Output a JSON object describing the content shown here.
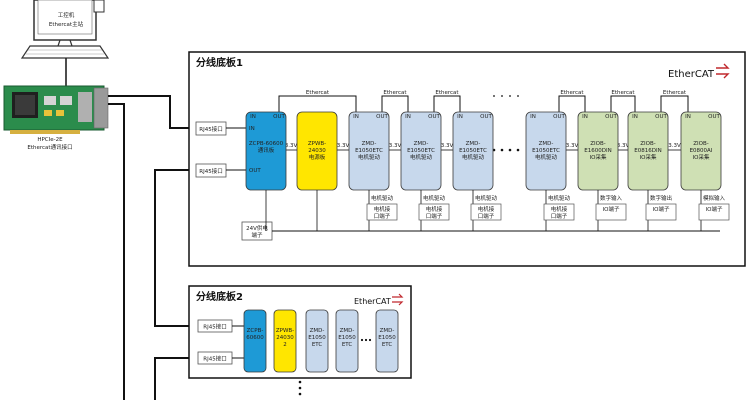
{
  "pc": {
    "line1": "工控机",
    "line2": "Ethercat主站"
  },
  "card": {
    "line1": "HPCIe-2E",
    "line2": "Ethercat通讯接口"
  },
  "board1": {
    "title": "分线底板1",
    "brand": "EtherCAT",
    "rj45_in": "RJ45接口",
    "rj45_out": "RJ45接口",
    "power": {
      "line1": "24V供电",
      "line2": "端子"
    },
    "voltage": "3.3V",
    "port_in": "IN",
    "port_out": "OUT",
    "bus_label": "Ethercat",
    "modules": [
      {
        "name": "zcpb",
        "l1": "ZCPB-60600",
        "l2": "通讯板",
        "color": "#1e9ad6"
      },
      {
        "name": "zpwb",
        "l1": "ZPWB-",
        "l2": "24030",
        "l3": "电源板",
        "color": "#ffe600"
      },
      {
        "name": "zmd1",
        "l1": "ZMD-",
        "l2": "E1050ETC",
        "l3": "电机驱动",
        "color": "#c7d8ec"
      },
      {
        "name": "zmd2",
        "l1": "ZMD-",
        "l2": "E1050ETC",
        "l3": "电机驱动",
        "color": "#c7d8ec"
      },
      {
        "name": "zmd3",
        "l1": "ZMD-",
        "l2": "E1050ETC",
        "l3": "电机驱动",
        "color": "#c7d8ec"
      },
      {
        "name": "zmd4",
        "l1": "ZMD-",
        "l2": "E1050ETC",
        "l3": "电机驱动",
        "color": "#c7d8ec"
      },
      {
        "name": "ziob1",
        "l1": "ZIOB-",
        "l2": "E1600DIN",
        "l3": "IO采集",
        "color": "#cfe0b4"
      },
      {
        "name": "ziob2",
        "l1": "ZIOB-",
        "l2": "E0816DIN",
        "l3": "IO采集",
        "color": "#cfe0b4"
      },
      {
        "name": "ziob3",
        "l1": "ZIOB-",
        "l2": "E0800AI",
        "l3": "IO采集",
        "color": "#cfe0b4"
      }
    ],
    "terminals": [
      {
        "l1": "电机接",
        "l2": "口端子"
      },
      {
        "l1": "电机接",
        "l2": "口端子"
      },
      {
        "l1": "电机接",
        "l2": "口端子"
      },
      {
        "l1": "电机接",
        "l2": "口端子"
      },
      {
        "l1": "IO端子",
        "l2": ""
      },
      {
        "l1": "IO端子",
        "l2": ""
      },
      {
        "l1": "IO端子",
        "l2": ""
      }
    ],
    "wire_labels": [
      "电机驱动",
      "电机驱动",
      "电机驱动",
      "电机驱动",
      "数字输入",
      "数字输出",
      "模拟输入"
    ]
  },
  "board2": {
    "title": "分线底板2",
    "brand": "EtherCAT",
    "rj45_in": "RJ45接口",
    "rj45_out": "RJ45接口",
    "modules": [
      {
        "l1": "ZCPB-",
        "l2": "60600",
        "l3": "",
        "color": "#1e9ad6"
      },
      {
        "l1": "ZPWB-",
        "l2": "24030",
        "l3": "2",
        "color": "#ffe600"
      },
      {
        "l1": "ZMD-",
        "l2": "E1050",
        "l3": "ETC",
        "color": "#c7d8ec"
      },
      {
        "l1": "ZMD-",
        "l2": "E1050",
        "l3": "ETC",
        "color": "#c7d8ec"
      },
      {
        "l1": "ZMD-",
        "l2": "E1050",
        "l3": "ETC",
        "color": "#c7d8ec"
      }
    ]
  }
}
